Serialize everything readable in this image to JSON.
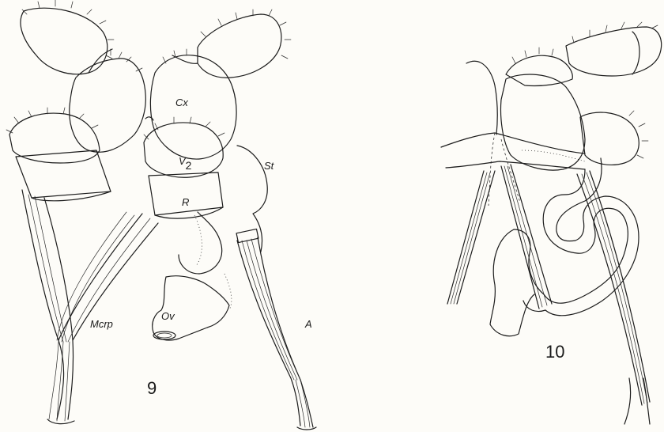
{
  "figures": [
    {
      "number": "9",
      "labels": {
        "cx": "Cx",
        "v2_letter": "V",
        "v2_sub": "2",
        "st": "St",
        "r": "R",
        "ov": "Ov",
        "mcrp": "Mcrp",
        "a": "A"
      }
    },
    {
      "number": "10"
    }
  ]
}
